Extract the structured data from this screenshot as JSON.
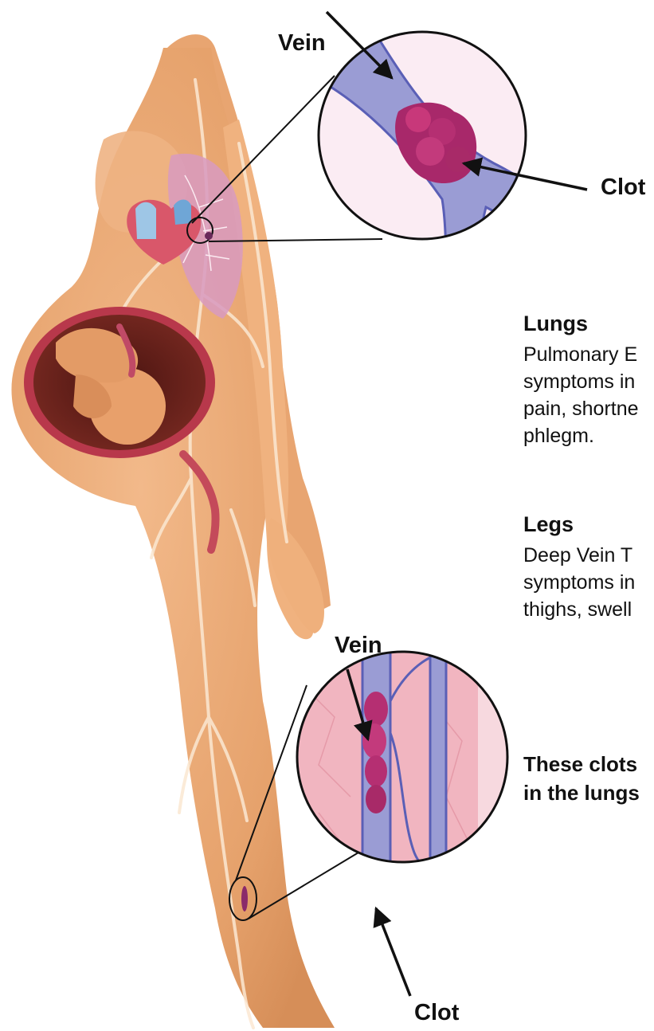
{
  "labels": {
    "vein_top": "Vein",
    "clot_top": "Clot",
    "vein_bottom": "Vein",
    "clot_bottom": "Clot"
  },
  "sections": {
    "lungs": {
      "heading": "Lungs",
      "text": "Pulmonary E\nsymptoms in\npain, shortne\nphlegm."
    },
    "legs": {
      "heading": "Legs",
      "text": "Deep Vein T\nsymptoms in\nthighs, swell"
    }
  },
  "note": "These clots\nin the lungs"
}
